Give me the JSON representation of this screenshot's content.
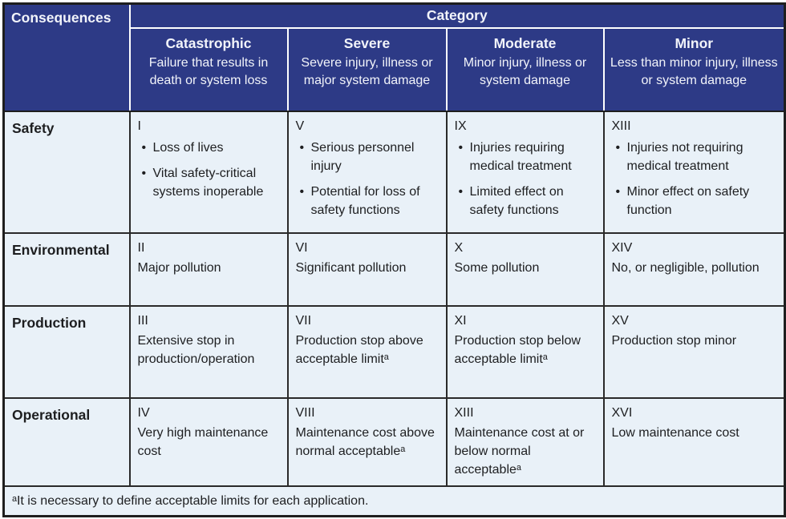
{
  "colors": {
    "header_background": "#2d3a86",
    "header_text": "#f2f4fa",
    "body_background": "#e9f1f8",
    "body_text": "#1d1e20",
    "header_grid_lines": "#ffffff",
    "body_grid_lines": "#2a2a2a",
    "outer_border": "#1e1e1e"
  },
  "header": {
    "consequences": "Consequences",
    "category": "Category",
    "columns": [
      {
        "title": "Catastrophic",
        "desc": "Failure that results in death or system loss"
      },
      {
        "title": "Severe",
        "desc": "Severe injury, illness or major system damage"
      },
      {
        "title": "Moderate",
        "desc": "Minor injury, illness or system damage"
      },
      {
        "title": "Minor",
        "desc": "Less than minor injury, illness or system damage"
      }
    ]
  },
  "rows": [
    {
      "label": "Safety",
      "cells": [
        {
          "numeral": "I",
          "bullets": [
            "Loss of lives",
            "Vital safety-critical systems inoperable"
          ]
        },
        {
          "numeral": "V",
          "bullets": [
            "Serious personnel injury",
            "Potential for loss of safety functions"
          ]
        },
        {
          "numeral": "IX",
          "bullets": [
            "Injuries requiring medical treatment",
            "Limited effect on safety functions"
          ]
        },
        {
          "numeral": "XIII",
          "bullets": [
            "Injuries not requiring medical treatment",
            "Minor effect on safety function"
          ]
        }
      ]
    },
    {
      "label": "Environmental",
      "cells": [
        {
          "numeral": "II",
          "text": "Major pollution"
        },
        {
          "numeral": "VI",
          "text": "Significant pollution"
        },
        {
          "numeral": "X",
          "text": "Some pollution"
        },
        {
          "numeral": "XIV",
          "text": "No, or negligible, pollution"
        }
      ]
    },
    {
      "label": "Production",
      "cells": [
        {
          "numeral": "III",
          "text": "Extensive stop in production/operation"
        },
        {
          "numeral": "VII",
          "text": "Production stop above acceptable limitᵃ"
        },
        {
          "numeral": "XI",
          "text": "Production stop below acceptable limitᵃ"
        },
        {
          "numeral": "XV",
          "text": "Production stop minor"
        }
      ]
    },
    {
      "label": "Operational",
      "cells": [
        {
          "numeral": "IV",
          "text": "Very high maintenance cost"
        },
        {
          "numeral": "VIII",
          "text": "Maintenance cost above normal acceptableᵃ"
        },
        {
          "numeral": "XIII",
          "text": "Maintenance cost at or below normal acceptableᵃ"
        },
        {
          "numeral": "XVI",
          "text": "Low maintenance cost"
        }
      ]
    }
  ],
  "footnote": "ᵃIt is necessary to define acceptable limits for each application."
}
